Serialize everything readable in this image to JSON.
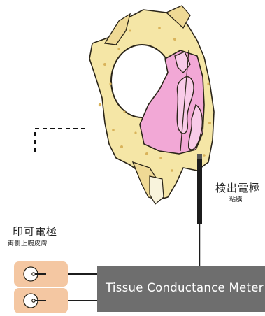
{
  "diagram": {
    "detection_electrode": {
      "title": "検出電極",
      "subtitle": "粘膜"
    },
    "applied_electrode": {
      "title": "印可電極",
      "subtitle": "両側上腕皮膚"
    },
    "meter": {
      "label": "Tissue Conductance Meter"
    }
  },
  "colors": {
    "bone": "#f5e6a6",
    "bone_speckle": "#d9b35a",
    "mucosa": "#f2a8d6",
    "mucosa_light": "#f8cbe8",
    "outline": "#2a2418",
    "meter_fill": "#6e6e6e",
    "pad": "#f4c7a2",
    "probe": "#1c1c1c"
  }
}
